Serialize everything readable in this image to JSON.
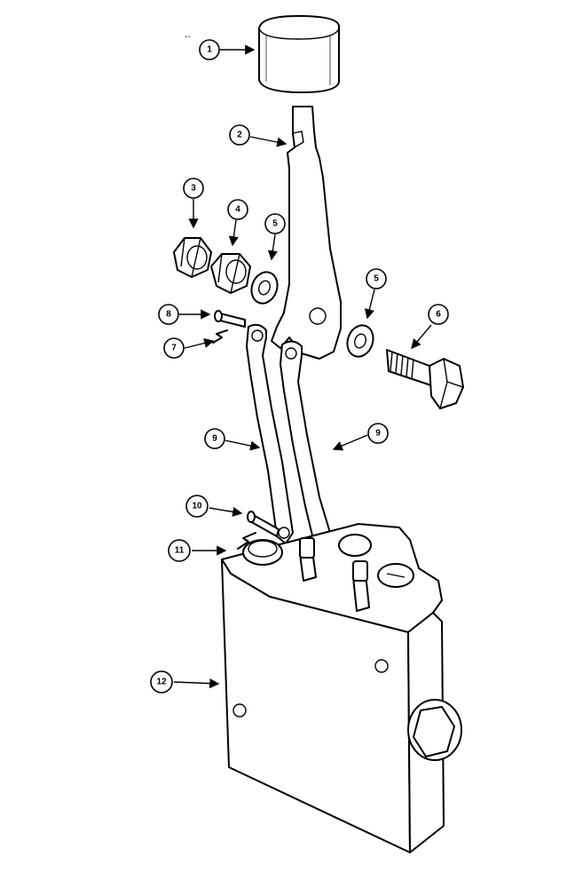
{
  "callouts": [
    {
      "id": "1",
      "label": "1"
    },
    {
      "id": "2",
      "label": "2"
    },
    {
      "id": "3",
      "label": "3"
    },
    {
      "id": "4",
      "label": "4"
    },
    {
      "id": "5a",
      "label": "5"
    },
    {
      "id": "5b",
      "label": "5"
    },
    {
      "id": "6",
      "label": "6"
    },
    {
      "id": "7",
      "label": "7"
    },
    {
      "id": "8",
      "label": "8"
    },
    {
      "id": "9a",
      "label": "9"
    },
    {
      "id": "9b",
      "label": "9"
    },
    {
      "id": "10",
      "label": "10"
    },
    {
      "id": "11",
      "label": "11"
    },
    {
      "id": "12",
      "label": "12"
    }
  ],
  "stray_mark": ".."
}
